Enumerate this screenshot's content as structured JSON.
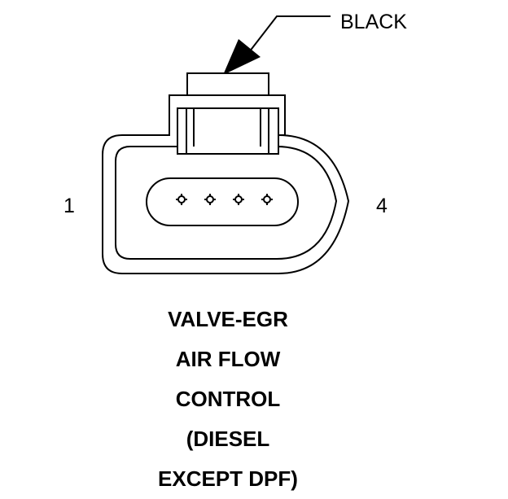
{
  "connector": {
    "color_label": "BLACK",
    "pin_first": "1",
    "pin_last": "4",
    "pin_count": 4
  },
  "caption": {
    "lines": [
      "VALVE-EGR",
      "AIR FLOW",
      "CONTROL",
      "(DIESEL",
      "EXCEPT DPF)"
    ]
  },
  "colors": {
    "ink": "#000000",
    "background": "#ffffff"
  }
}
